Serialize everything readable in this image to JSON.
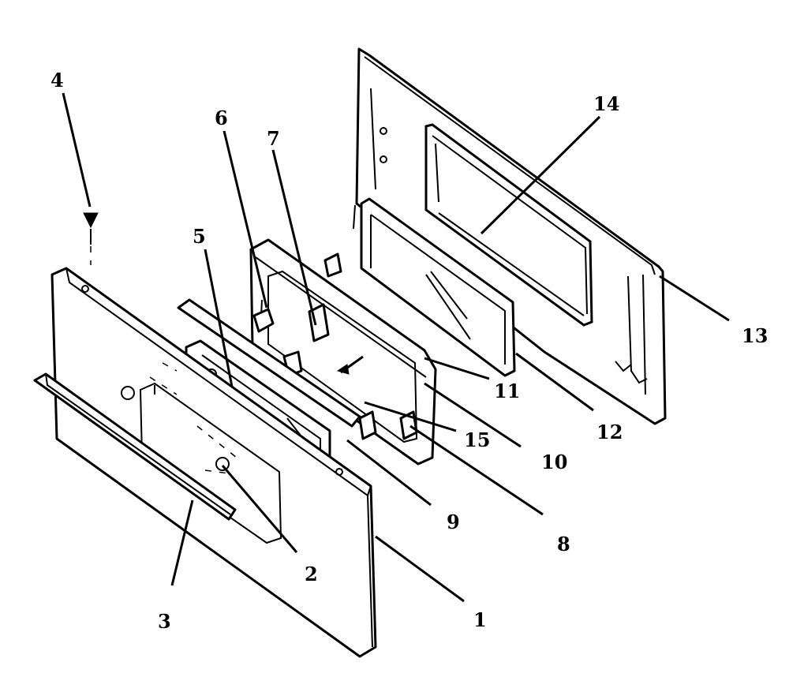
{
  "callouts": [
    {
      "key": "c1",
      "label": "1"
    },
    {
      "key": "c2",
      "label": "2"
    },
    {
      "key": "c3",
      "label": "3"
    },
    {
      "key": "c4",
      "label": "4"
    },
    {
      "key": "c5",
      "label": "5"
    },
    {
      "key": "c6",
      "label": "6"
    },
    {
      "key": "c7",
      "label": "7"
    },
    {
      "key": "c8",
      "label": "8"
    },
    {
      "key": "c9",
      "label": "9"
    },
    {
      "key": "c10",
      "label": "10"
    },
    {
      "key": "c11",
      "label": "11"
    },
    {
      "key": "c12",
      "label": "12"
    },
    {
      "key": "c13",
      "label": "13"
    },
    {
      "key": "c14",
      "label": "14"
    },
    {
      "key": "c15",
      "label": "15"
    }
  ]
}
